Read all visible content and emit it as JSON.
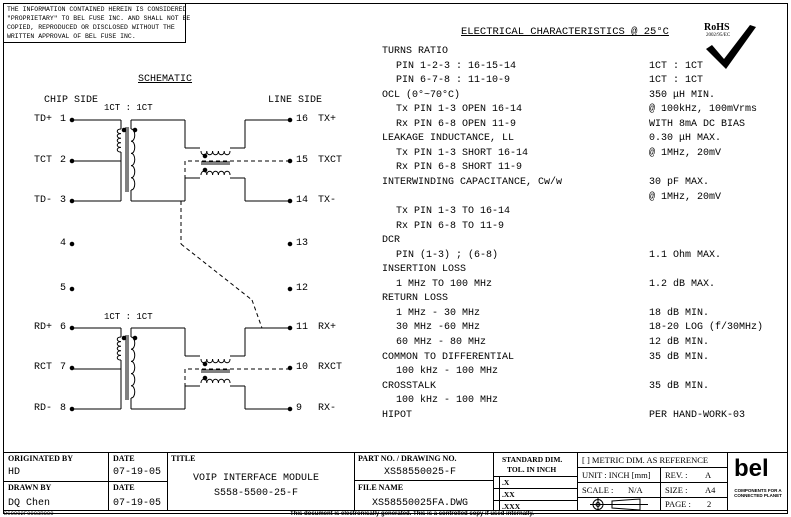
{
  "notice": [
    "THE INFORMATION CONTAINED HEREIN IS CONSIDERED",
    "\"PROPRIETARY\" TO BEL FUSE INC. AND SHALL NOT BE",
    "COPIED, REPRODUCED OR DISCLOSED WITHOUT THE",
    "WRITTEN APPROVAL OF BEL FUSE INC."
  ],
  "schematic": {
    "title": "SCHEMATIC",
    "chip_side": "CHIP SIDE",
    "line_side": "LINE SIDE",
    "ratio_top": "1CT : 1CT",
    "ratio_bottom": "1CT : 1CT",
    "left_pins": [
      {
        "label": "TD+",
        "num": "1"
      },
      {
        "label": "TCT",
        "num": "2"
      },
      {
        "label": "TD-",
        "num": "3"
      },
      {
        "label": "",
        "num": "4"
      },
      {
        "label": "",
        "num": "5"
      },
      {
        "label": "RD+",
        "num": "6"
      },
      {
        "label": "RCT",
        "num": "7"
      },
      {
        "label": "RD-",
        "num": "8"
      }
    ],
    "right_pins": [
      {
        "label": "TX+",
        "num": "16"
      },
      {
        "label": "TXCT",
        "num": "15"
      },
      {
        "label": "TX-",
        "num": "14"
      },
      {
        "label": "",
        "num": "13"
      },
      {
        "label": "",
        "num": "12"
      },
      {
        "label": "RX+",
        "num": "11"
      },
      {
        "label": "RXCT",
        "num": "10"
      },
      {
        "label": "RX-",
        "num": "9"
      }
    ]
  },
  "spec_title": "ELECTRICAL CHARACTERISTICS @ 25°C",
  "rohs": {
    "title": "RoHS",
    "sub": "2002/95/EC"
  },
  "spec_rows": [
    {
      "l": "TURNS RATIO",
      "r": "",
      "indent": 0
    },
    {
      "l": "PIN 1-2-3 : 16-15-14",
      "r": "1CT : 1CT",
      "indent": 1
    },
    {
      "l": "PIN 6-7-8 : 11-10-9",
      "r": "1CT : 1CT",
      "indent": 1
    },
    {
      "l": "OCL (0°~70°C)",
      "r": "350 μH MIN.",
      "indent": 0
    },
    {
      "l": "Tx PIN 1-3 OPEN 16-14",
      "r": "@ 100kHz, 100mVrms",
      "indent": 1
    },
    {
      "l": "Rx PIN 6-8 OPEN 11-9",
      "r": "WITH 8mA DC BIAS",
      "indent": 1
    },
    {
      "l": "LEAKAGE INDUCTANCE, LL",
      "r": "0.30 μH MAX.",
      "indent": 0
    },
    {
      "l": "Tx PIN 1-3 SHORT 16-14",
      "r": "@ 1MHz, 20mV",
      "indent": 1
    },
    {
      "l": "Rx PIN 6-8 SHORT 11-9",
      "r": "",
      "indent": 1
    },
    {
      "l": "INTERWINDING CAPACITANCE, Cw/w",
      "r": "30 pF MAX.",
      "indent": 0
    },
    {
      "l": "",
      "r": "@ 1MHz, 20mV",
      "indent": 0
    },
    {
      "l": "Tx PIN 1-3 TO 16-14",
      "r": "",
      "indent": 1
    },
    {
      "l": "Rx PIN 6-8 TO 11-9",
      "r": "",
      "indent": 1
    },
    {
      "l": "DCR",
      "r": "",
      "indent": 0
    },
    {
      "l": "PIN (1-3) ; (6-8)",
      "r": "1.1 Ohm MAX.",
      "indent": 1
    },
    {
      "l": "INSERTION LOSS",
      "r": "",
      "indent": 0
    },
    {
      "l": "1 MHz TO 100 MHz",
      "r": "1.2 dB MAX.",
      "indent": 1
    },
    {
      "l": "RETURN LOSS",
      "r": "",
      "indent": 0
    },
    {
      "l": "1 MHz - 30 MHz",
      "r": "18 dB MIN.",
      "indent": 1
    },
    {
      "l": "30 MHz -60 MHz",
      "r": "18-20 LOG (f/30MHz)",
      "indent": 1
    },
    {
      "l": "60 MHz - 80 MHz",
      "r": "12 dB MIN.",
      "indent": 1
    },
    {
      "l": "COMMON TO DIFFERENTIAL",
      "r": "35 dB MIN.",
      "indent": 0
    },
    {
      "l": "100 kHz - 100 MHz",
      "r": "",
      "indent": 1
    },
    {
      "l": "CROSSTALK",
      "r": "35 dB MIN.",
      "indent": 0
    },
    {
      "l": "100 kHz - 100 MHz",
      "r": "",
      "indent": 1
    },
    {
      "l": "HIPOT",
      "r": "PER HAND-WORK-03",
      "indent": 0
    }
  ],
  "title_block": {
    "originated_by_label": "ORIGINATED BY",
    "date_label": "DATE",
    "originated_by": "HD",
    "originated_date": "07-19-05",
    "drawn_by_label": "DRAWN BY",
    "drawn_date_label": "DATE",
    "drawn_by": "DQ Chen",
    "drawn_date": "07-19-05",
    "title_label": "TITLE",
    "title_line1": "VOIP INTERFACE MODULE",
    "title_line2": "S558-5500-25-F",
    "part_no_label": "PART NO. / DRAWING NO.",
    "part_no": "XS58550025-F",
    "file_name_label": "FILE NAME",
    "file_name": "XS58550025FA.DWG",
    "std_dim_label": "STANDARD DIM.",
    "tol_label": "TOL. IN INCH",
    "tol_x": ".X",
    "tol_xx": ".XX",
    "tol_xxx": ".XXX",
    "metric_label": "[ ] METRIC DIM. AS REFERENCE",
    "unit_label": "UNIT : INCH [mm]",
    "rev_label": "REV. :",
    "rev": "A",
    "scale_label": "SCALE :",
    "scale": "N/A",
    "size_label": "SIZE :",
    "size": "A4",
    "page_label": "PAGE :",
    "page": "2",
    "logo": "bel",
    "logo_sub": "COMPONENTS FOR A CONNECTED PLANET",
    "footer": "This document is electronically generated. This is a controlled copy if used internally.",
    "doc_code": "DC0002F0003R000"
  }
}
